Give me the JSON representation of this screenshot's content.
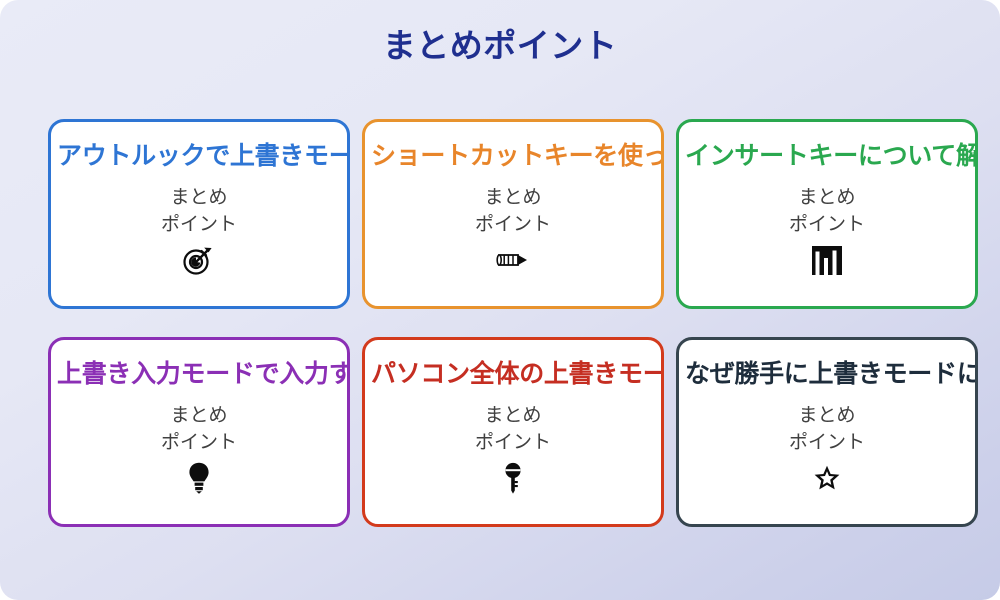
{
  "slide": {
    "title": "まとめポイント",
    "title_color": "#1f2f8f",
    "background_from": "#e9ebf7",
    "background_to": "#c6cbe7"
  },
  "cards": [
    {
      "title": "アウトルックで上書きモー",
      "subtitle": "まとめ\nポイント",
      "icon": "dart-target-icon",
      "accent": "#2e75d4"
    },
    {
      "title": "ショートカットキーを使っ",
      "subtitle": "まとめ\nポイント",
      "icon": "pencil-icon",
      "accent": "#e8932e"
    },
    {
      "title": "インサートキーについて解",
      "subtitle": "まとめ\nポイント",
      "icon": "bar-chart-icon",
      "accent": "#2aa84f"
    },
    {
      "title": "上書き入力モードで入力す",
      "subtitle": "まとめ\nポイント",
      "icon": "lightbulb-icon",
      "accent": "#8b2fb5"
    },
    {
      "title": "パソコン全体の上書きモー",
      "subtitle": "まとめ\nポイント",
      "icon": "key-icon",
      "accent": "#d33a1c"
    },
    {
      "title": "なぜ勝手に上書きモードに",
      "subtitle": "まとめ\nポイント",
      "icon": "star-icon",
      "accent": "#36454f"
    }
  ]
}
